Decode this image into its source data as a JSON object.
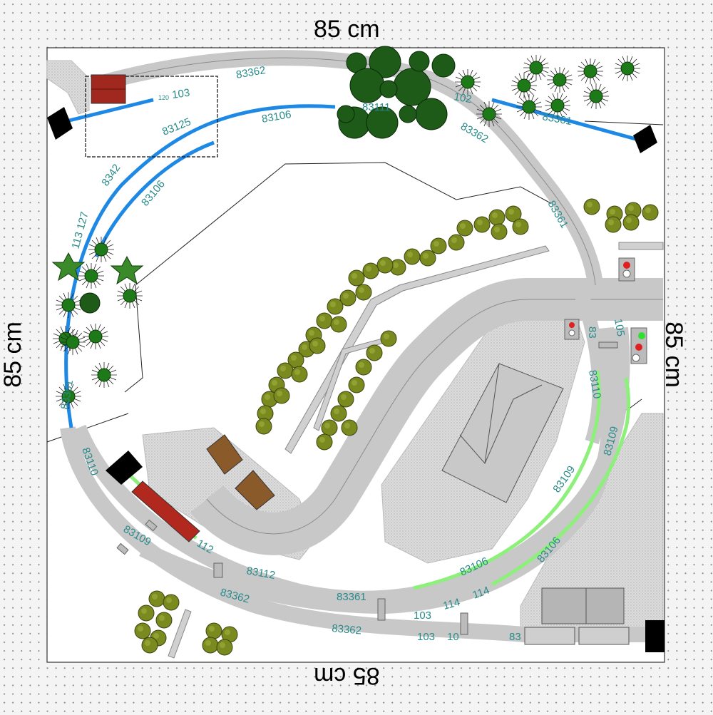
{
  "dimensions": {
    "top": "85 cm",
    "bottom": "85 cm",
    "left": "85 cm",
    "right": "85 cm"
  },
  "track_labels": {
    "t_83362_top": "83362",
    "t_103_top": "103",
    "t_120_small": "120",
    "t_83125": "83125",
    "t_83106_top": "83106",
    "t_83111": "83111",
    "t_102": "102",
    "t_83362_right": "83362",
    "t_83361_topright": "83361",
    "t_83361_right": "83361",
    "t_8342": "8342",
    "t_83106_left": "83106",
    "t_113_127": "113 127",
    "t_83361_left": "83361",
    "t_83110_left": "83110",
    "t_83109_left": "83109",
    "t_112": "112",
    "t_83112": "83112",
    "t_83362_bottom": "83362",
    "t_83361_bottom": "83361",
    "t_83362_bottom2": "83362",
    "t_103_bottom": "103",
    "t_114": "114",
    "t_114b": "114",
    "t_103_bottom2": "103",
    "t_10_small": "10",
    "t_83_small": "83",
    "t_83106_br": "83106",
    "t_83106_mid": "83106",
    "t_83109_mid": "83109",
    "t_83109_right": "83109",
    "t_83110_right": "83110",
    "t_83_right": "83",
    "t_105": "105"
  },
  "colors": {
    "track": "#c8c8c8",
    "track_edge": "#8c8c8c",
    "blue_track": "#1e88e5",
    "green_track": "#8cf07a",
    "tree_dark": "#1e5a18",
    "bush_olive": "#7a8a1e",
    "building_red": "#a0281e",
    "building_brown": "#8b5a2b",
    "label": "#2a8a8a"
  }
}
